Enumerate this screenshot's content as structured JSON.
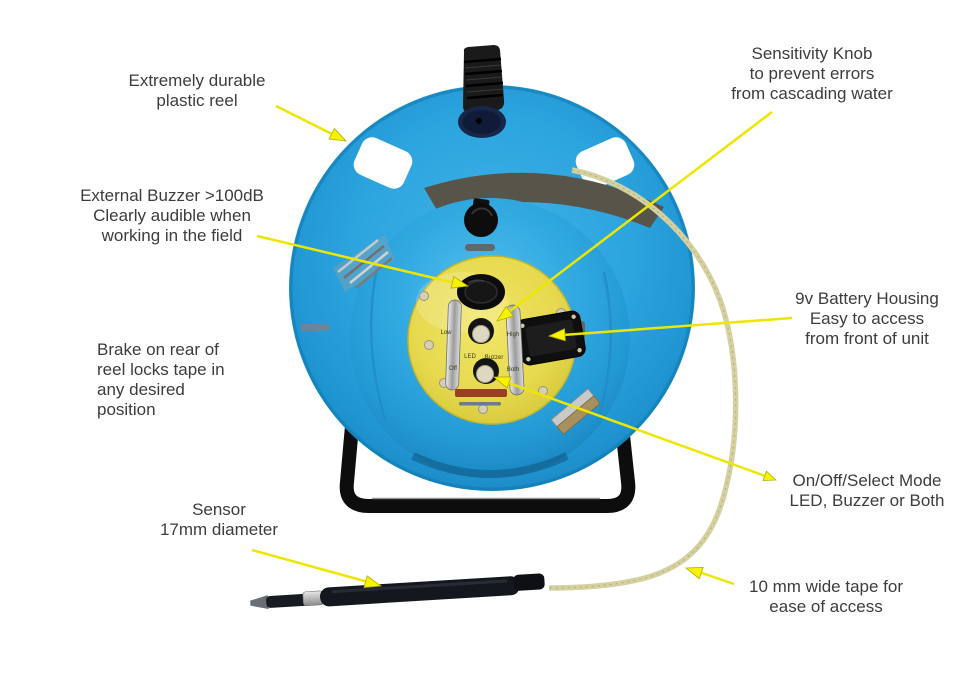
{
  "diagram": {
    "labels": {
      "durable": "Extremely durable\nplastic reel",
      "sensitivity": "Sensitivity Knob\nto prevent errors\nfrom cascading water",
      "buzzer": "External Buzzer >100dB\nClearly audible when\nworking in the field",
      "brake": "Brake on rear of\nreel locks tape in\nany desired\nposition",
      "battery": "9v Battery Housing\nEasy to access\nfrom front of unit",
      "mode": "On/Off/Select Mode\nLED, Buzzer or Both",
      "sensor": "Sensor\n17mm diameter",
      "tape": "10 mm wide tape for\nease of access"
    },
    "panel_markings": {
      "low": "Low",
      "high": "High",
      "led": "LED",
      "buzzer": "Buzzer",
      "off": "Off",
      "both": "Both"
    },
    "colors": {
      "reel_blue": "#2AA5DF",
      "panel_yellow": "#E8DC55",
      "arrow_yellow": "#F2EE00",
      "tape_cream": "#D5D0A0",
      "label_text": "#3D3D3D"
    }
  }
}
